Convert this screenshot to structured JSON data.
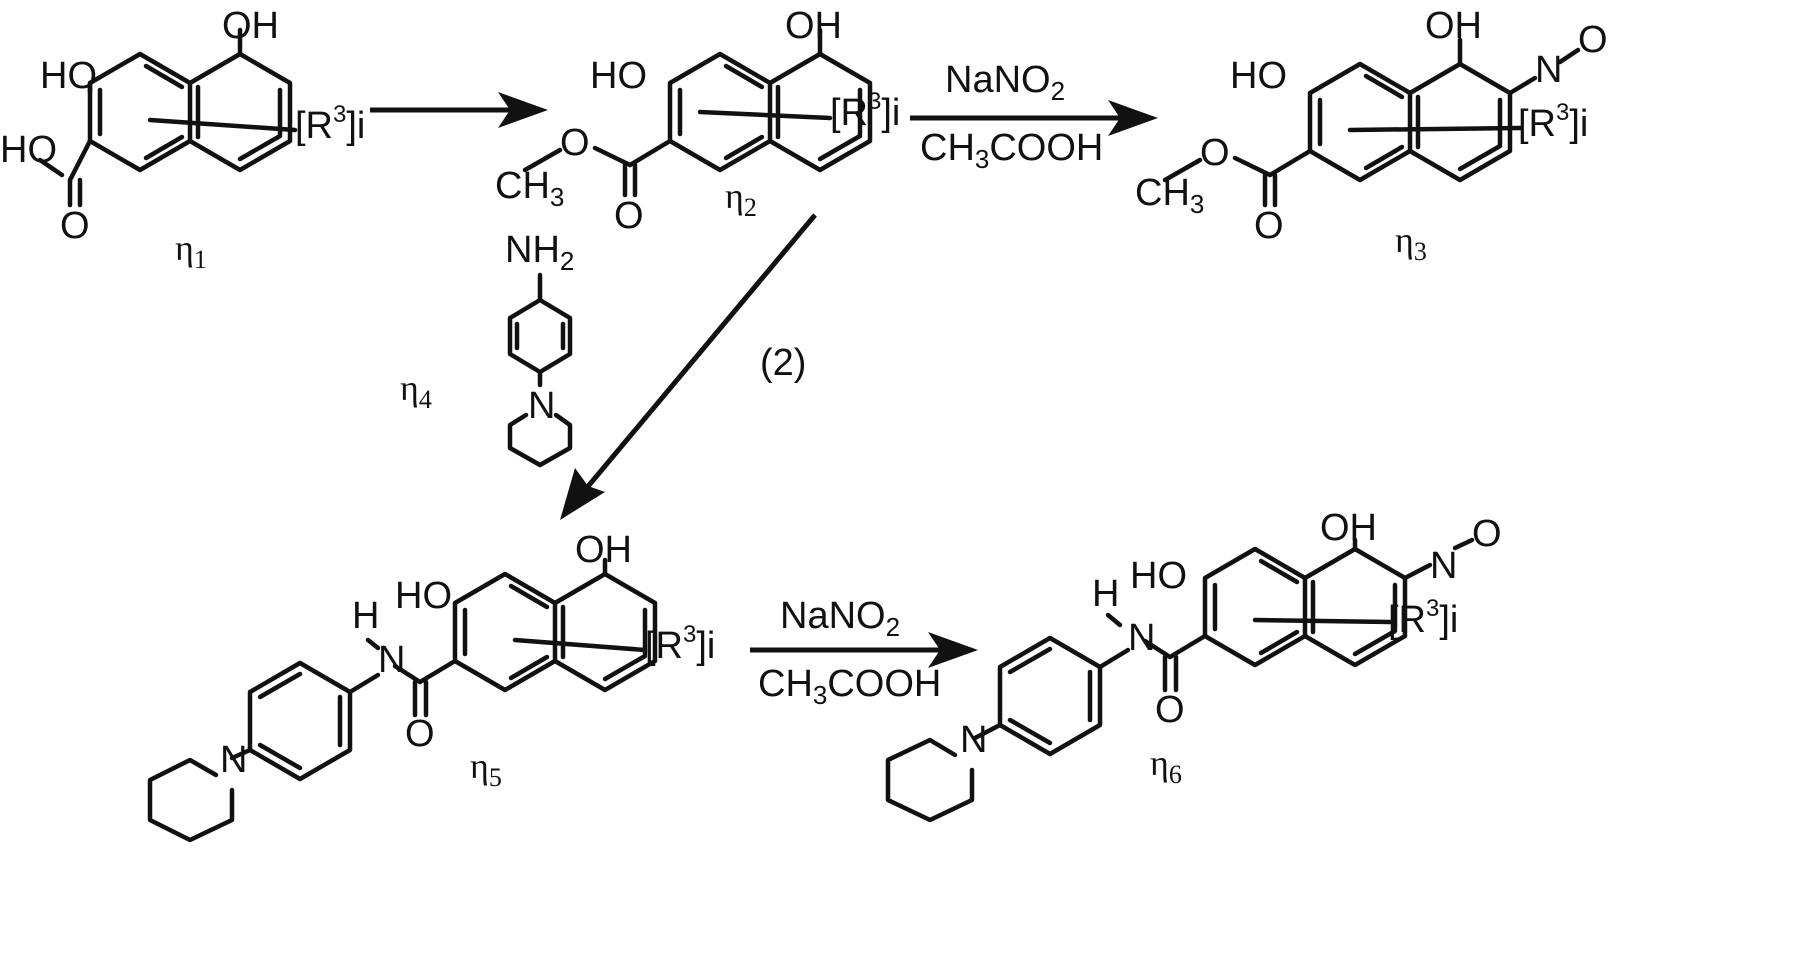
{
  "compounds": [
    {
      "id": "eta1",
      "label": "η",
      "index": "1"
    },
    {
      "id": "eta2",
      "label": "η",
      "index": "2"
    },
    {
      "id": "eta3",
      "label": "η",
      "index": "3"
    },
    {
      "id": "eta4",
      "label": "η",
      "index": "4"
    },
    {
      "id": "eta5",
      "label": "η",
      "index": "5"
    },
    {
      "id": "eta6",
      "label": "η",
      "index": "6"
    }
  ],
  "atoms": {
    "OH": "OH",
    "HO": "HO",
    "O": "O",
    "N": "N",
    "H": "H",
    "NH": "NH",
    "NH_sub": "2",
    "CH": "CH",
    "CH_sub": "3",
    "substituent_open": "[R",
    "substituent_sup": "3",
    "substituent_close": "]i"
  },
  "reagents": {
    "step1": {
      "line1": "NaNO",
      "line1_sub": "2",
      "line2_pre": "CH",
      "line2_sub": "3",
      "line2_post": "COOH"
    },
    "step2_label": "(2)",
    "step3": {
      "line1": "NaNO",
      "line1_sub": "2",
      "line2_pre": "CH",
      "line2_sub": "3",
      "line2_post": "COOH"
    }
  }
}
